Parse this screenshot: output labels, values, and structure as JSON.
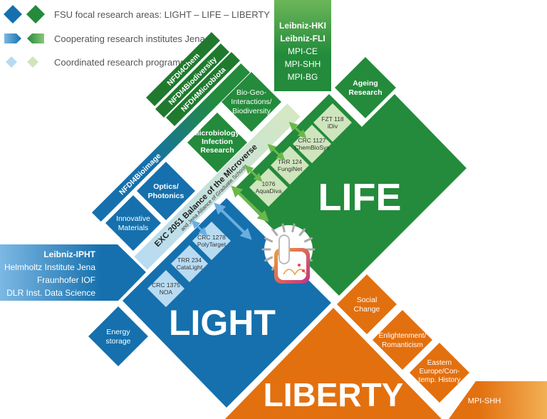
{
  "legend": [
    {
      "label": "FSU focal research areas: LIGHT – LIFE – LIBERTY"
    },
    {
      "label": "Cooperating research institutes Jena"
    },
    {
      "label": "Coordinated research programs"
    }
  ],
  "areas": {
    "light": "LIGHT",
    "life": "LIFE",
    "liberty": "LIBERTY"
  },
  "institutes": {
    "life": [
      "Leibniz-HKI",
      "Leibniz-FLI",
      "MPI-CE",
      "MPI-SHH",
      "MPI-BG"
    ],
    "light": [
      "Leibniz-IPHT",
      "Helmholtz Institute Jena",
      "Fraunhofer IOF",
      "DLR Inst. Data Science"
    ],
    "liberty": "MPI-SHH"
  },
  "nfdi": [
    "NFDI4Chem",
    "NFDI4Biodiversity",
    "NFDI4Microbiota",
    "NFDI4Bioimage"
  ],
  "fields": {
    "ageing": [
      "Ageing",
      "Research"
    ],
    "biogeo": [
      "Bio-Geo-",
      "Interactions/",
      "Biodiversity"
    ],
    "microbio": [
      "Microbiology/",
      "Infection",
      "Research"
    ],
    "optics": [
      "Optics/",
      "Photonics"
    ],
    "materials": [
      "Innovative",
      "Materials"
    ],
    "energy": [
      "Energy",
      "storage"
    ],
    "social": [
      "Social",
      "Change"
    ],
    "enlight": [
      "Enlightenment/",
      "Romanticism"
    ],
    "eastern": [
      "Eastern",
      "Europe/Con-",
      "temp. History"
    ]
  },
  "programs": {
    "fzt118": [
      "FZT 118",
      "iDiv"
    ],
    "crc1127": [
      "CRC 1127",
      "ChemBioSys"
    ],
    "trr124": [
      "TRR 124",
      "FungiNet"
    ],
    "sfb1076": [
      "1076",
      "AquaDiva"
    ],
    "crc1278": [
      "CRC 1278",
      "PolyTarget"
    ],
    "trr234": [
      "TRR 234",
      "CataLight"
    ],
    "crc1375": [
      "CRC 1375",
      "NOA"
    ]
  },
  "exc": {
    "title": "EXC 2051 Balance of the Microverse",
    "subtitle": "and Jena Alliance of Graduate Schools"
  },
  "colors": {
    "light": "#1570ad",
    "life": "#238b3b",
    "liberty": "#e2700f",
    "light_program": "#b8dbf2",
    "life_program": "#cfe5bd"
  }
}
